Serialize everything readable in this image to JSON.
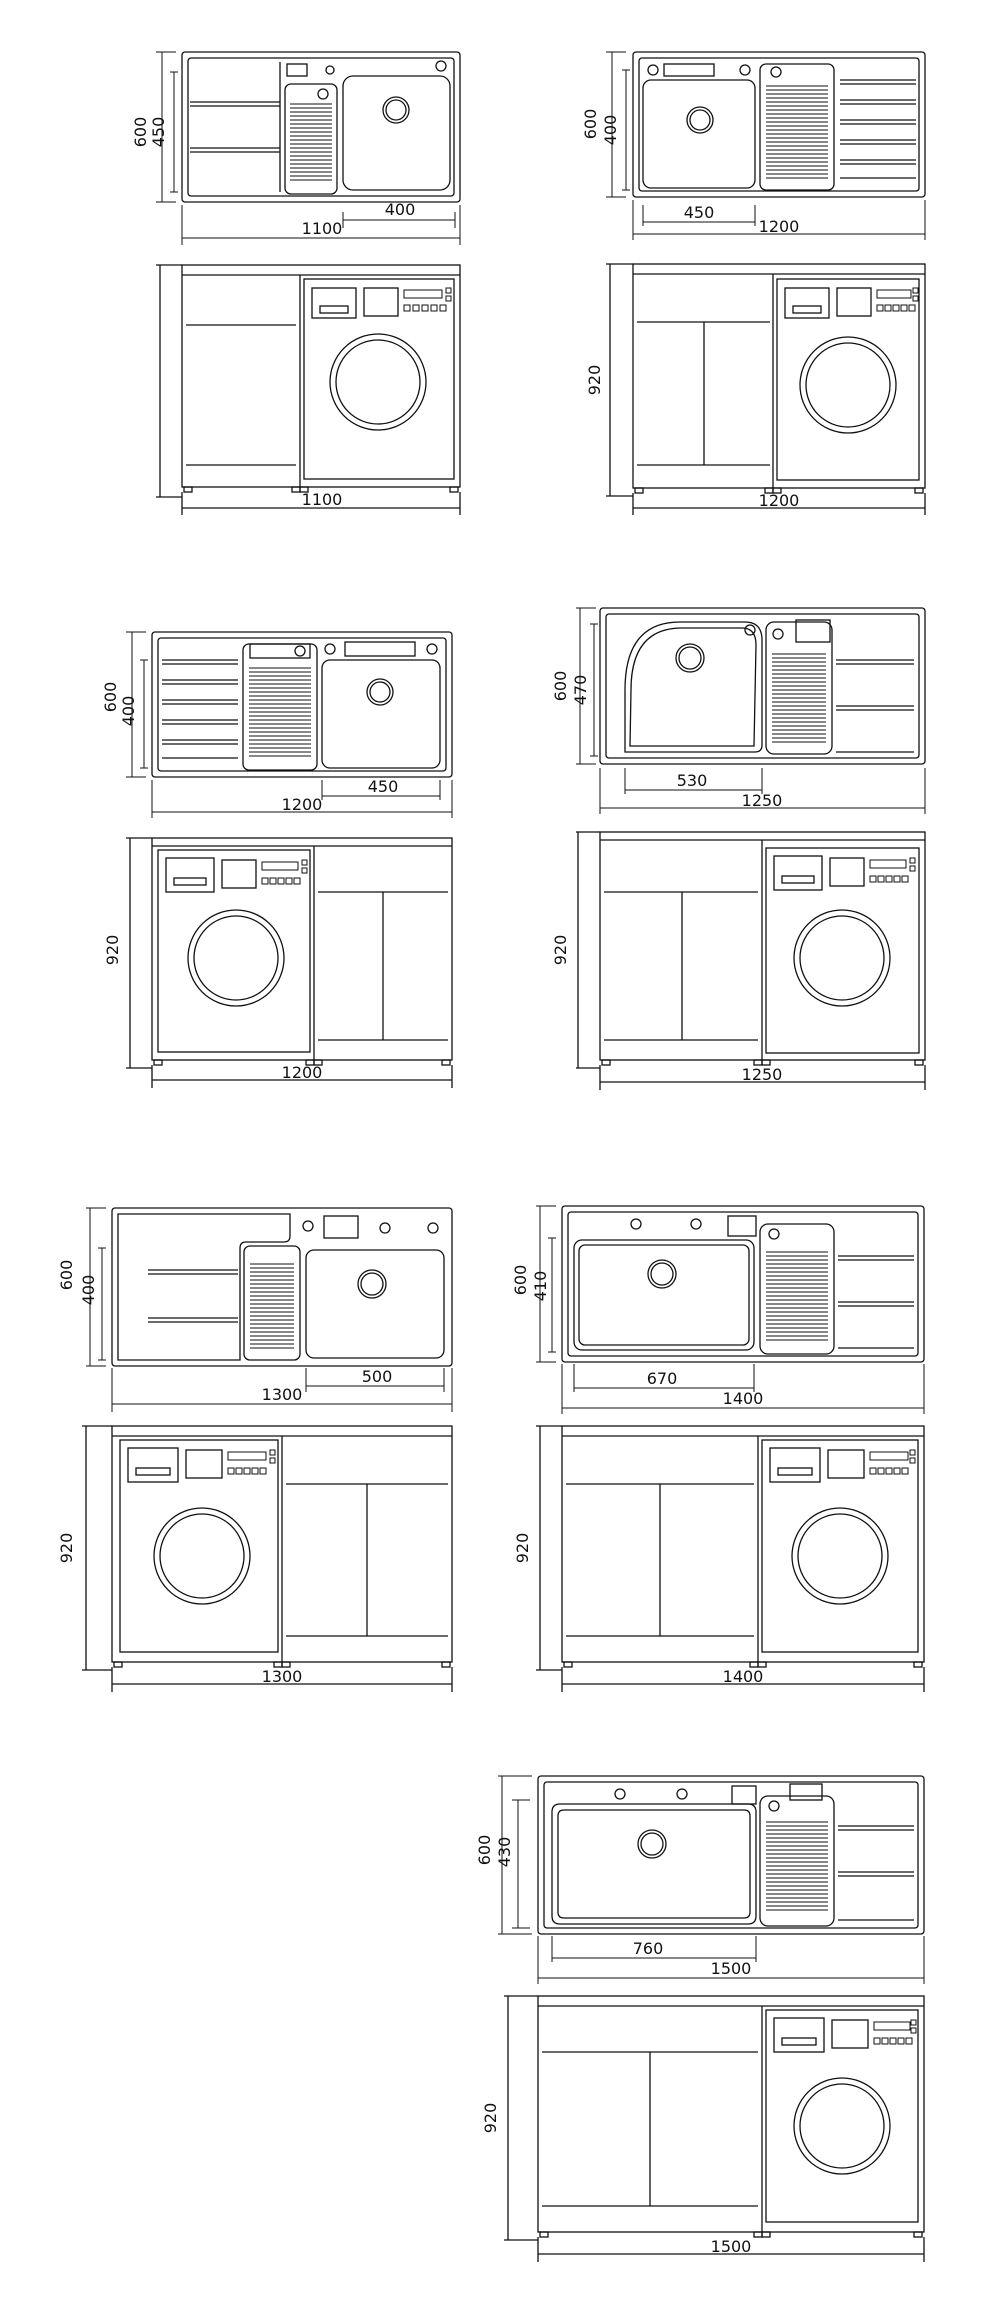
{
  "units": [
    {
      "id": "u1100",
      "plan": {
        "width": "1100",
        "depth": "600",
        "inner": "450",
        "sink": "400"
      },
      "elevation": {
        "width": "1100",
        "height": ""
      },
      "layout": {
        "sink": "right",
        "washer": "right"
      }
    },
    {
      "id": "u1200a",
      "plan": {
        "width": "1200",
        "depth": "600",
        "inner": "400",
        "sink": "450"
      },
      "elevation": {
        "width": "1200",
        "height": "920"
      },
      "layout": {
        "sink": "left",
        "washer": "right"
      }
    },
    {
      "id": "u1200b",
      "plan": {
        "width": "1200",
        "depth": "600",
        "inner": "400",
        "sink": "450"
      },
      "elevation": {
        "width": "1200",
        "height": "920"
      },
      "layout": {
        "sink": "right",
        "washer": "left"
      }
    },
    {
      "id": "u1250",
      "plan": {
        "width": "1250",
        "depth": "600",
        "inner": "470",
        "sink": "530"
      },
      "elevation": {
        "width": "1250",
        "height": "920"
      },
      "layout": {
        "sink": "left",
        "washer": "right"
      }
    },
    {
      "id": "u1300",
      "plan": {
        "width": "1300",
        "depth": "600",
        "inner": "400",
        "sink": "500"
      },
      "elevation": {
        "width": "1300",
        "height": "920"
      },
      "layout": {
        "sink": "right",
        "washer": "left"
      }
    },
    {
      "id": "u1400",
      "plan": {
        "width": "1400",
        "depth": "600",
        "inner": "410",
        "sink": "670"
      },
      "elevation": {
        "width": "1400",
        "height": "920"
      },
      "layout": {
        "sink": "left",
        "washer": "right"
      }
    },
    {
      "id": "u1500",
      "plan": {
        "width": "1500",
        "depth": "600",
        "inner": "430",
        "sink": "760"
      },
      "elevation": {
        "width": "1500",
        "height": "920"
      },
      "layout": {
        "sink": "left",
        "washer": "right"
      }
    }
  ]
}
